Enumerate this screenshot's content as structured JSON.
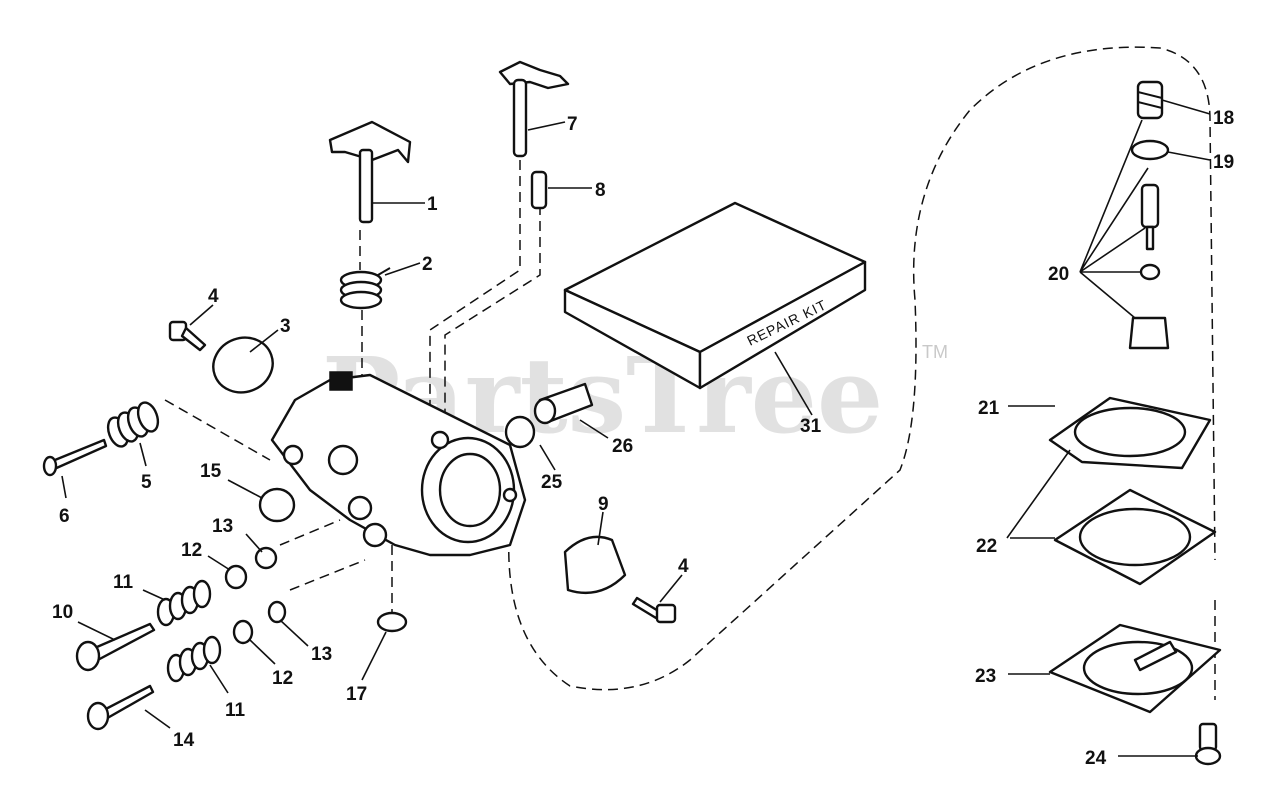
{
  "watermark": {
    "brand": "PartsTree",
    "trademark": "TM"
  },
  "kit_label": "REPAIR KIT",
  "callouts": {
    "c1": "1",
    "c2": "2",
    "c3": "3",
    "c4a": "4",
    "c4b": "4",
    "c5": "5",
    "c6": "6",
    "c7": "7",
    "c8": "8",
    "c9": "9",
    "c10": "10",
    "c11a": "11",
    "c11b": "11",
    "c12a": "12",
    "c12b": "12",
    "c13a": "13",
    "c13b": "13",
    "c14": "14",
    "c15": "15",
    "c17": "17",
    "c18": "18",
    "c19": "19",
    "c20": "20",
    "c21": "21",
    "c22": "22",
    "c23": "23",
    "c24": "24",
    "c25": "25",
    "c26": "26",
    "c31": "31"
  }
}
